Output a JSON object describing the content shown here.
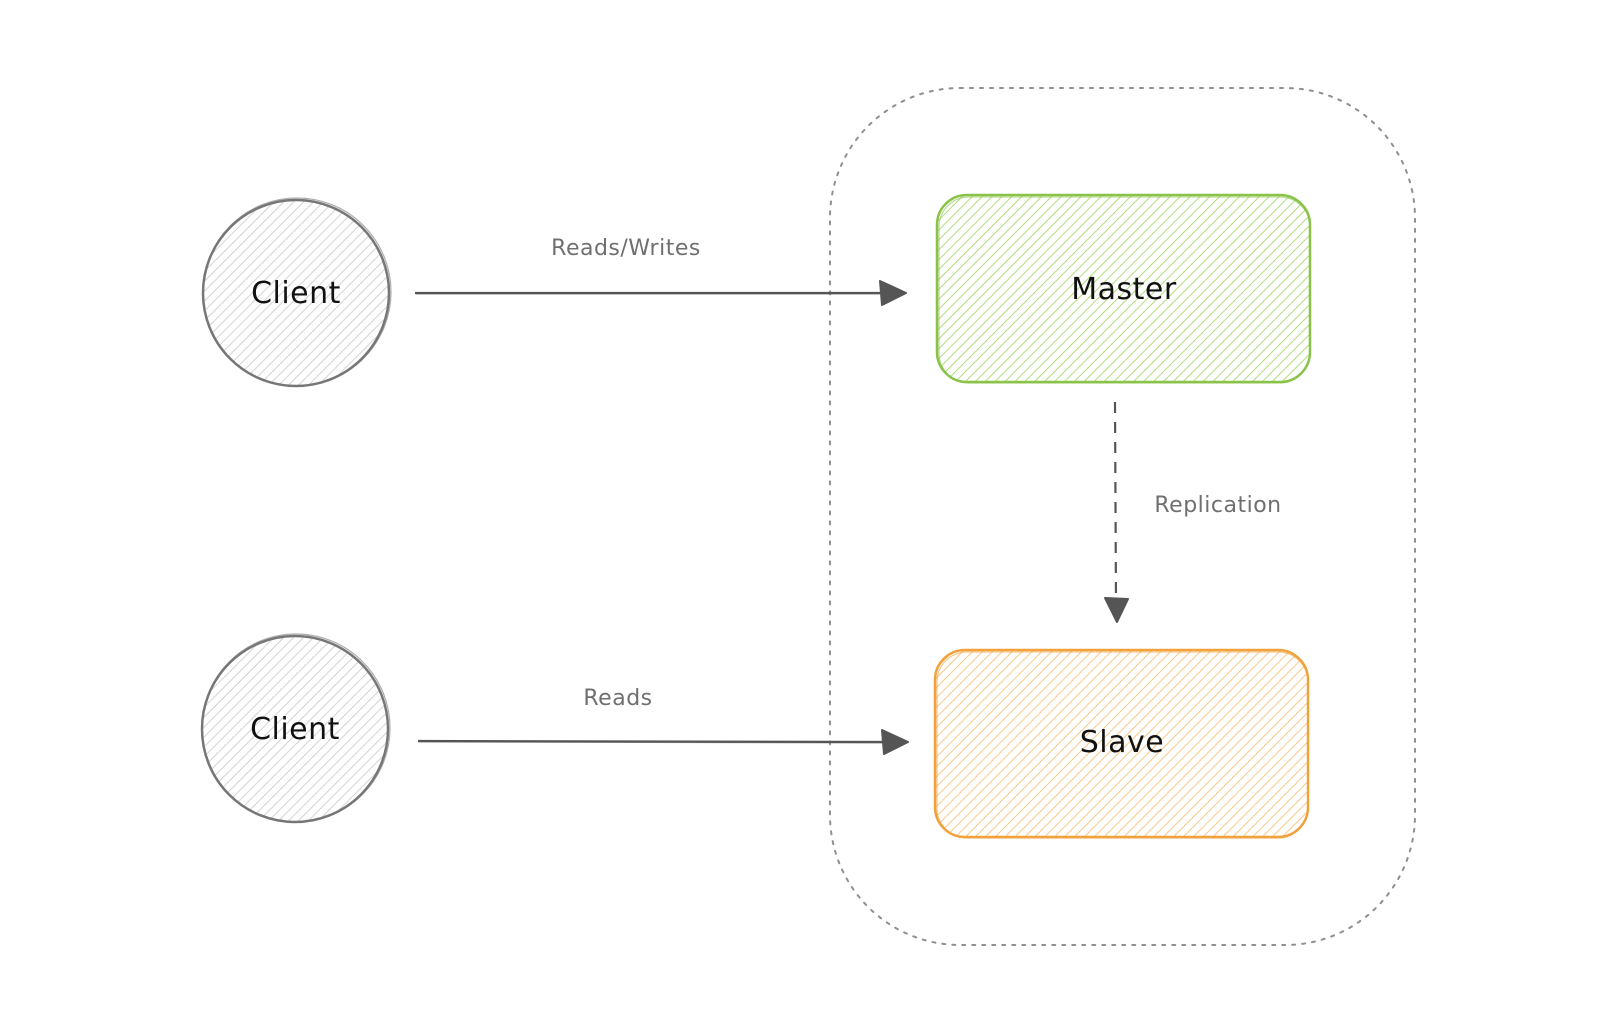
{
  "nodes": {
    "client_top": {
      "label": "Client"
    },
    "client_bottom": {
      "label": "Client"
    },
    "master": {
      "label": "Master"
    },
    "slave": {
      "label": "Slave"
    }
  },
  "edges": {
    "reads_writes": {
      "label": "Reads/Writes",
      "from": "Client",
      "to": "Master"
    },
    "reads": {
      "label": "Reads",
      "from": "Client",
      "to": "Slave"
    },
    "replication": {
      "label": "Replication",
      "from": "Master",
      "to": "Slave"
    }
  },
  "colors": {
    "client_stroke": "#777777",
    "client_hatch": "#c8c8c8",
    "master_stroke": "#8bc34a",
    "master_hatch": "#9ed35d",
    "slave_stroke": "#f2a23c",
    "slave_hatch": "#f7bb6c",
    "arrow": "#555555",
    "group_border": "#8f8f8f",
    "edge_text": "#6f6f6f"
  }
}
